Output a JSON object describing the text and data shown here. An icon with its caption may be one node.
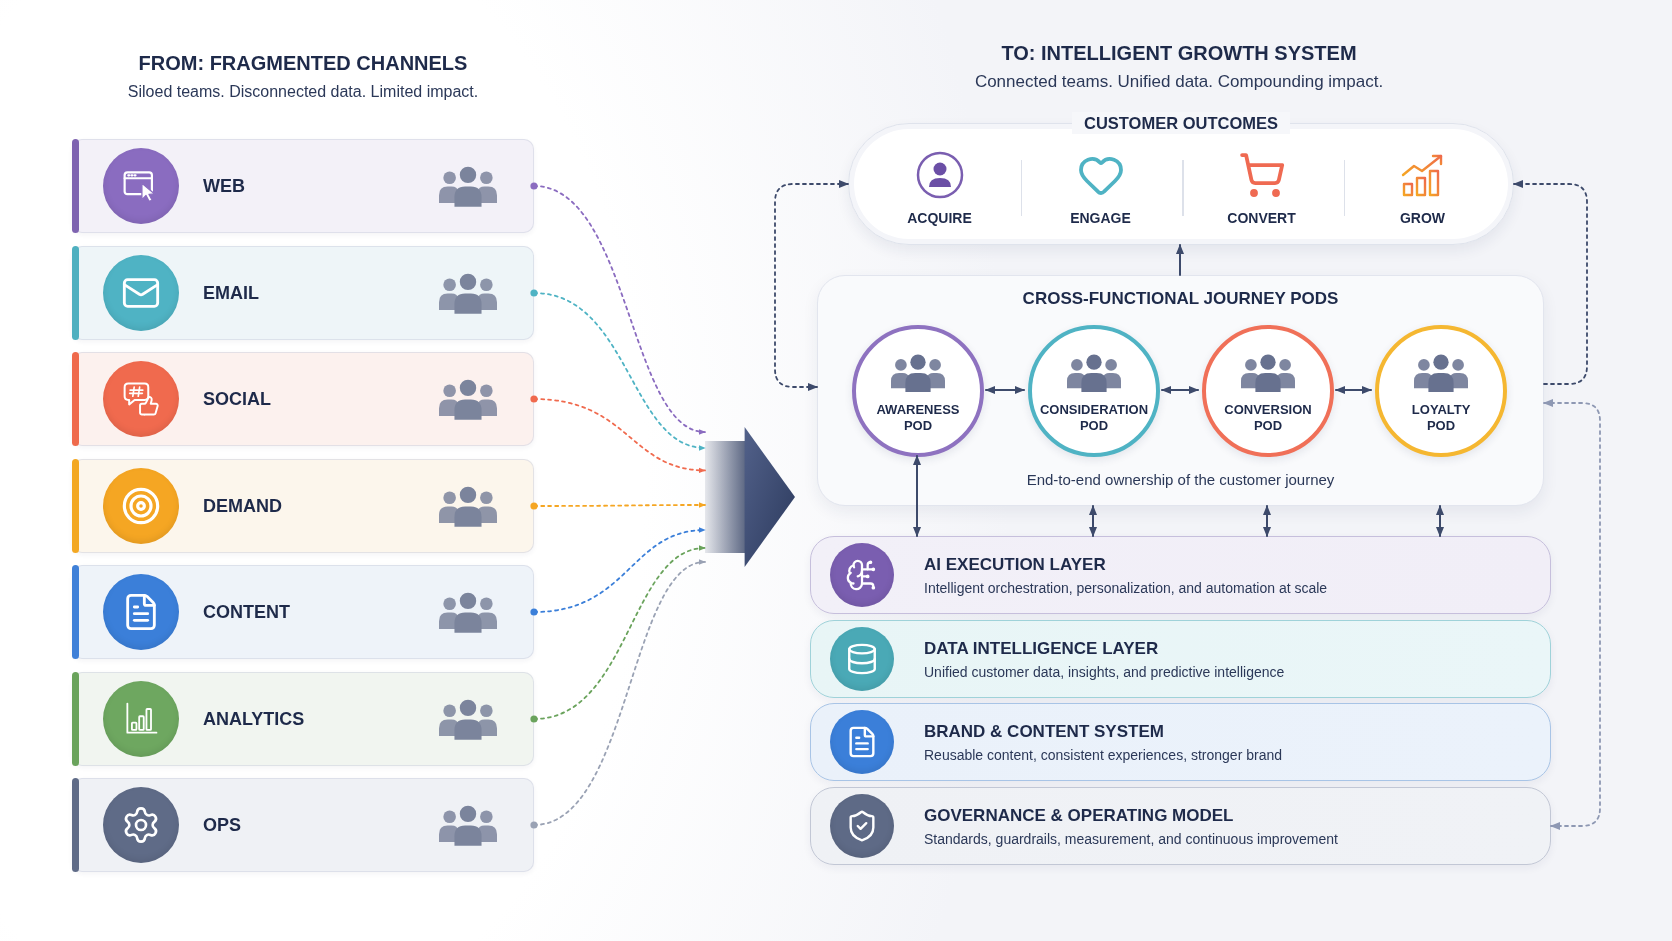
{
  "diagram": {
    "nodes": [
      {
        "text": [
          "WEB"
        ]
      },
      {
        "text": [
          "EMAIL"
        ]
      },
      {
        "text": [
          "SOCIAL"
        ]
      },
      {
        "text": [
          "DEMAND"
        ]
      },
      {
        "text": [
          "CONTENT"
        ]
      },
      {
        "text": [
          "ANALYTICS"
        ]
      },
      {
        "text": [
          "OPS"
        ]
      },
      {
        "text": [],
        "shape": "arrow"
      },
      {
        "text": [
          "CUSTOMER OUTCOMES",
          "ACQUIRE",
          "ENGAGE",
          "CONVERT",
          "GROW"
        ]
      },
      {
        "text": [
          "CROSS-FUNCTIONAL JOURNEY PODS",
          "End-to-end ownership of the customer journey"
        ]
      },
      {
        "text": [
          "AWARENESS POD"
        ],
        "in": 9
      },
      {
        "text": [
          "CONSIDERATION POD"
        ],
        "in": 9
      },
      {
        "text": [
          "CONVERSION POD"
        ],
        "in": 9
      },
      {
        "text": [
          "LOYALTY POD"
        ],
        "in": 9
      },
      {
        "text": [
          "AI EXECUTION LAYER",
          "Intelligent orchestration, personalization, and automation at scale"
        ]
      },
      {
        "text": [
          "DATA INTELLIGENCE LAYER",
          "Unified customer data, insights, and predictive intelligence"
        ]
      },
      {
        "text": [
          "BRAND & CONTENT SYSTEM",
          "Reusable content, consistent experiences, stronger brand"
        ]
      },
      {
        "text": [
          "GOVERNANCE & OPERATING MODEL",
          "Standards, guardrails, measurement, and continuous improvement"
        ]
      }
    ],
    "edges": [
      {
        "from": 0,
        "to": 7,
        "arrow": "to",
        "style": "dashed",
        "color": "#8b6cc0"
      },
      {
        "from": 1,
        "to": 7,
        "arrow": "to",
        "style": "dashed",
        "color": "#4fb3c4"
      },
      {
        "from": 2,
        "to": 7,
        "arrow": "to",
        "style": "dashed",
        "color": "#f06a4e"
      },
      {
        "from": 3,
        "to": 7,
        "arrow": "to",
        "style": "dashed",
        "color": "#f5a623"
      },
      {
        "from": 4,
        "to": 7,
        "arrow": "to",
        "style": "dashed",
        "color": "#3b7fd9"
      },
      {
        "from": 5,
        "to": 7,
        "arrow": "to",
        "style": "dashed",
        "color": "#6aa35c"
      },
      {
        "from": 6,
        "to": 7,
        "arrow": "to",
        "style": "dashed",
        "color": "#9aa2b4"
      },
      {
        "from": 9,
        "to": 8,
        "arrow": "to"
      },
      {
        "from": 10,
        "to": 11,
        "arrow": "both"
      },
      {
        "from": 11,
        "to": 12,
        "arrow": "both"
      },
      {
        "from": 12,
        "to": 13,
        "arrow": "both"
      },
      {
        "from": 10,
        "to": 14,
        "arrow": "both"
      },
      {
        "from": 9,
        "to": 14,
        "arrow": "both"
      },
      {
        "from": 9,
        "to": 14,
        "arrow": "both"
      },
      {
        "from": 9,
        "to": 14,
        "arrow": "both"
      },
      {
        "from": 9,
        "to": 8,
        "arrow": "both",
        "style": "dashed"
      },
      {
        "from": 9,
        "to": 8,
        "arrow": "to",
        "style": "dashed"
      },
      {
        "from": 17,
        "to": 9,
        "arrow": "both",
        "style": "dashed",
        "color": "#8e98b3"
      }
    ],
    "labels": [
      "FROM: FRAGMENTED CHANNELS",
      "Siloed teams. Disconnected data. Limited impact.",
      "TO: INTELLIGENT GROWTH SYSTEM",
      "Connected teams. Unified data. Compounding impact."
    ]
  }
}
